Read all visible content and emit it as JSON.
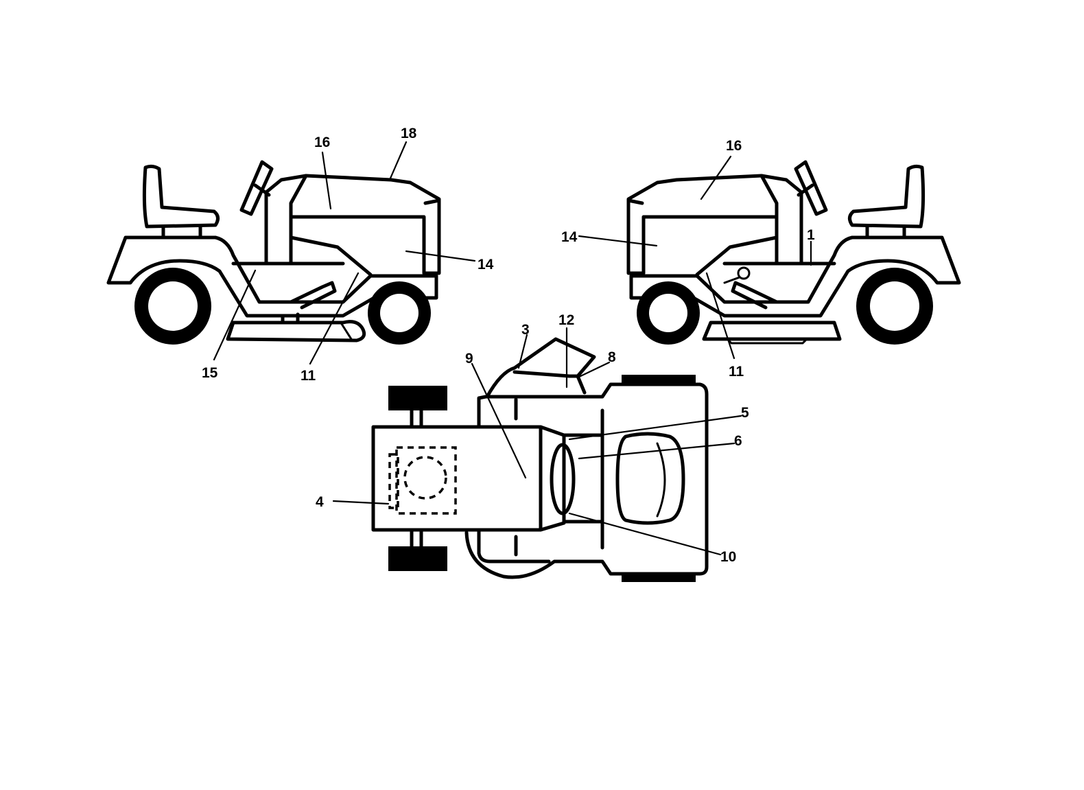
{
  "callouts": {
    "left_16": "16",
    "left_18": "18",
    "left_14": "14",
    "left_15": "15",
    "left_11": "11",
    "right_16": "16",
    "right_14": "14",
    "right_1": "1",
    "right_11": "11",
    "top_3": "3",
    "top_12": "12",
    "top_8": "8",
    "top_9": "9",
    "top_5": "5",
    "top_6": "6",
    "top_4": "4",
    "top_10": "10"
  },
  "colors": {
    "line": "#000000",
    "background": "#ffffff"
  }
}
